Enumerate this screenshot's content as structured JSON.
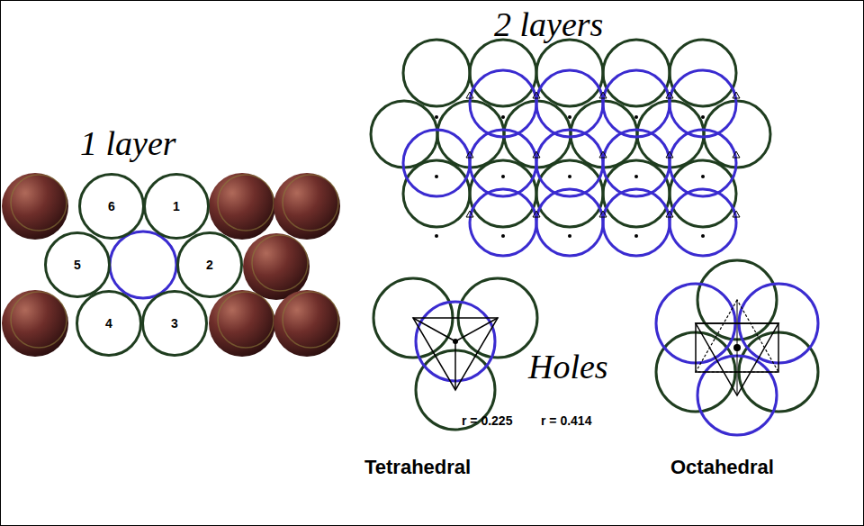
{
  "diagram": {
    "nodes": [
      {
        "text": [
          "6"
        ]
      },
      {
        "text": [
          "1"
        ]
      },
      {
        "text": [
          "5"
        ]
      },
      {
        "text": [
          "2"
        ]
      },
      {
        "text": [
          "4"
        ]
      },
      {
        "text": [
          "3"
        ]
      }
    ],
    "labels": [
      "1 layer",
      "2 layers",
      "Holes",
      "r = 0.225",
      "r = 0.414",
      "Tetrahedral",
      "Octahedral"
    ]
  }
}
